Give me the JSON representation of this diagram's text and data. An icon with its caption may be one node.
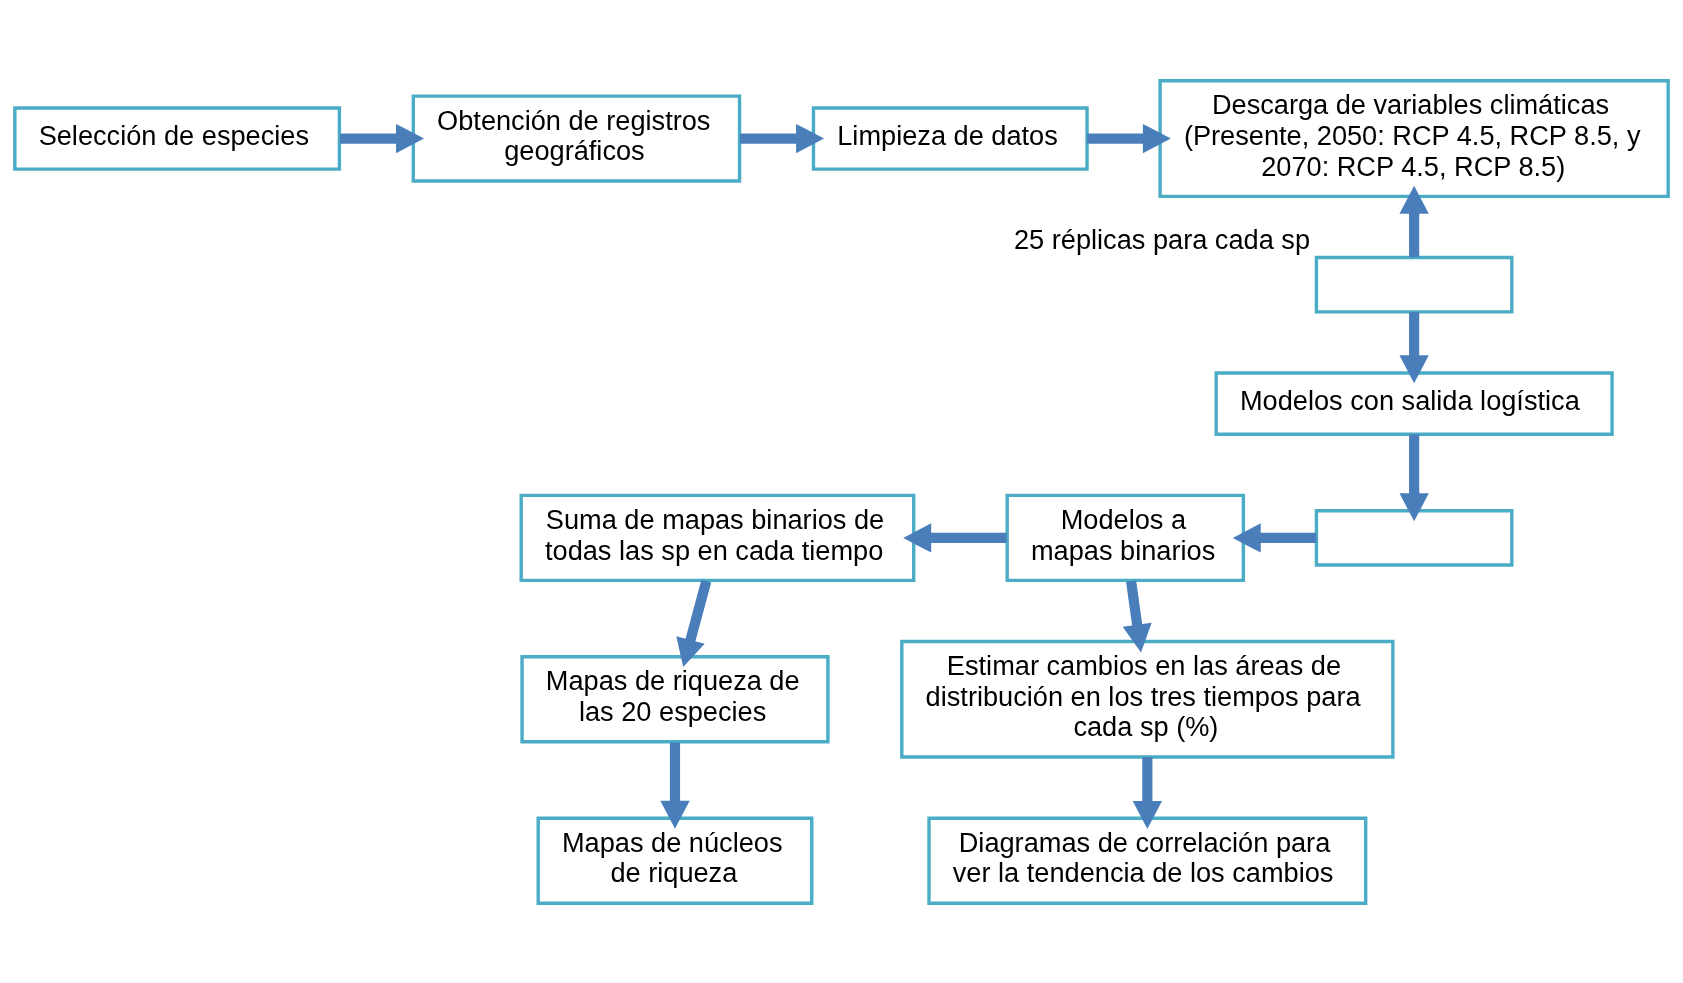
{
  "diagram": {
    "nodes": [
      {
        "text": [
          "Selección de especies"
        ]
      },
      {
        "text": [
          "Obtención de registros geográficos"
        ]
      },
      {
        "text": [
          "Limpieza de datos"
        ]
      },
      {
        "text": [
          "Descarga de variables climáticas (Presente, 2050: RCP 4.5, RCP 8.5, y 2070: RCP 4.5, RCP 8.5)"
        ]
      },
      {
        "text": [],
        "shape": "box",
        "beside": [
          "25 réplicas para cada sp"
        ]
      },
      {
        "text": [
          "Modelos con salida logística"
        ]
      },
      {
        "text": [],
        "shape": "box"
      },
      {
        "text": [
          "Modelos a mapas binarios"
        ]
      },
      {
        "text": [
          "Suma de mapas binarios de todas las sp en cada tiempo"
        ]
      },
      {
        "text": [
          "Mapas de riqueza de las 20 especies"
        ]
      },
      {
        "text": [
          "Mapas de núcleos de riqueza"
        ]
      },
      {
        "text": [
          "Estimar cambios en las áreas de distribución en los tres tiempos para cada sp (%)"
        ]
      },
      {
        "text": [
          "Diagramas de correlación para ver la tendencia de los cambios"
        ]
      }
    ],
    "edges": [
      {
        "from": 0,
        "to": 1,
        "arrow": "to"
      },
      {
        "from": 1,
        "to": 2,
        "arrow": "to"
      },
      {
        "from": 2,
        "to": 3,
        "arrow": "to"
      },
      {
        "from": 4,
        "to": 3,
        "arrow": "to"
      },
      {
        "from": 4,
        "to": 5,
        "arrow": "to"
      },
      {
        "from": 5,
        "to": 6,
        "arrow": "to"
      },
      {
        "from": 6,
        "to": 7,
        "arrow": "to"
      },
      {
        "from": 7,
        "to": 8,
        "arrow": "to"
      },
      {
        "from": 8,
        "to": 9,
        "arrow": "to"
      },
      {
        "from": 9,
        "to": 10,
        "arrow": "to"
      },
      {
        "from": 7,
        "to": 11,
        "arrow": "to"
      },
      {
        "from": 11,
        "to": 12,
        "arrow": "to"
      }
    ]
  }
}
